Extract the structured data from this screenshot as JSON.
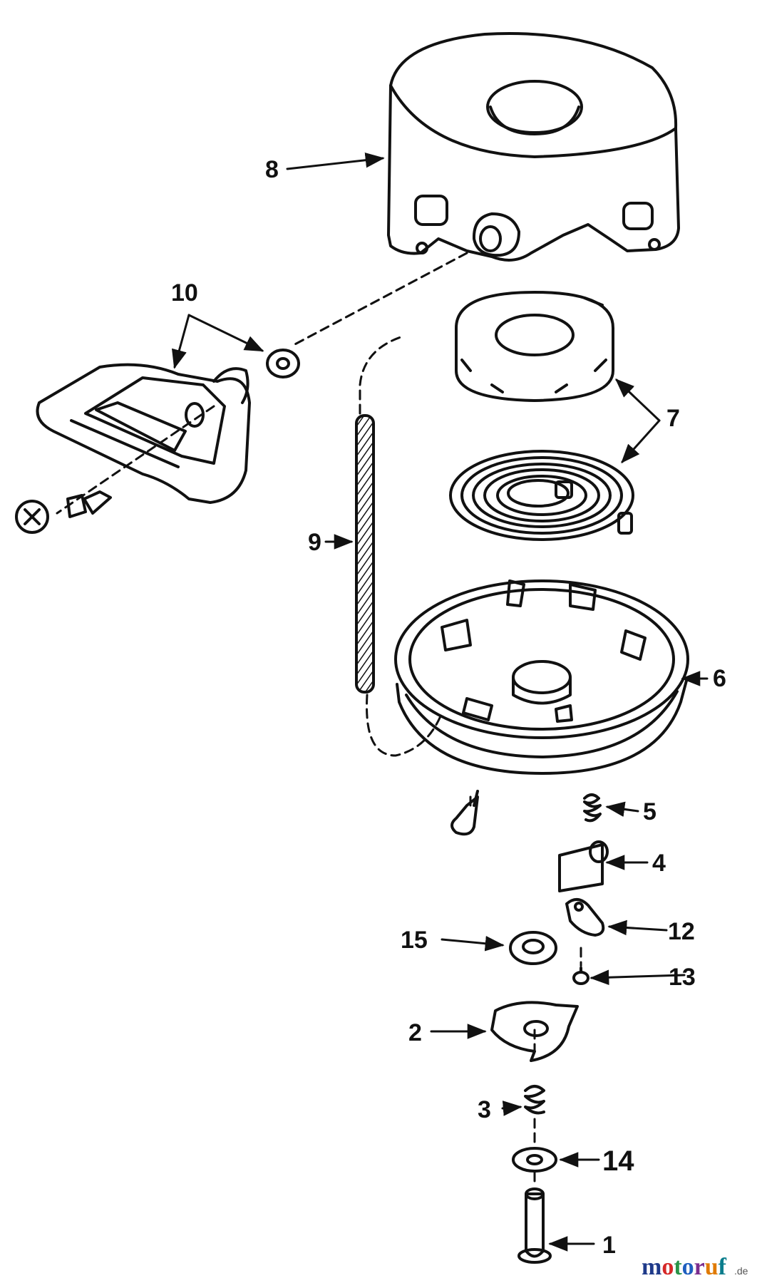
{
  "labels": {
    "l1": "1",
    "l2": "2",
    "l3": "3",
    "l4": "4",
    "l5": "5",
    "l6": "6",
    "l7": "7",
    "l8": "8",
    "l9": "9",
    "l10": "10",
    "l12": "12",
    "l13": "13",
    "l14": "14",
    "l15": "15"
  },
  "watermark": {
    "m": "m",
    "o1": "o",
    "t": "t",
    "o2": "o",
    "r": "r",
    "u": "u",
    "f": "f",
    "de": ".de"
  },
  "colors": {
    "ink": "#111111",
    "wm_m": "#1f3a8a",
    "wm_o1": "#d62828",
    "wm_t": "#2b9348",
    "wm_o2": "#1f5fbf",
    "wm_r": "#7b2d8e",
    "wm_u": "#e07a00",
    "wm_f": "#0a7d8c"
  }
}
